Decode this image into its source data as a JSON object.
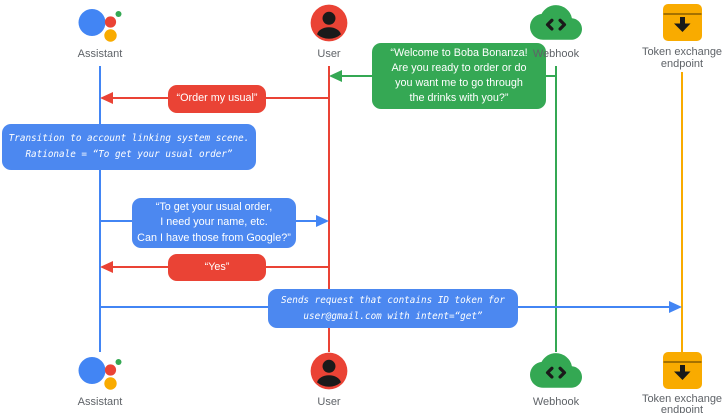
{
  "page": {
    "background": "#FFFFFF"
  },
  "actors": {
    "assistant": {
      "label": "Assistant",
      "color": "#4285F4",
      "icon": "google-assistant-icon"
    },
    "user": {
      "label": "User",
      "color": "#EA4335",
      "icon": "user-icon"
    },
    "webhook": {
      "label": "Webhook",
      "color": "#34A853",
      "icon": "cloud-code-icon"
    },
    "token_endpoint": {
      "label": "Token exchange endpoint",
      "color": "#F9AB00",
      "icon": "token-box-icon"
    }
  },
  "messages": {
    "welcome": {
      "from": "Webhook",
      "to": "User",
      "color": "#34A853",
      "text": "“Welcome to Boba Bonanza!\nAre you ready to order or do\nyou want me to go through\nthe drinks with you?”"
    },
    "order_usual": {
      "from": "User",
      "to": "Assistant",
      "color": "#EA4335",
      "text": "“Order my usual”"
    },
    "transition_note": {
      "actor": "Assistant",
      "color": "#4285F4",
      "text": "Transition to account linking system scene.\nRationale = “To get your usual order”"
    },
    "ask_google": {
      "from": "Assistant",
      "to": "User",
      "color": "#4285F4",
      "text": "“To get your usual order,\nI need your name, etc.\nCan I have those from Google?”"
    },
    "yes": {
      "from": "User",
      "to": "Assistant",
      "color": "#EA4335",
      "text": "“Yes”"
    },
    "sends_request": {
      "from": "Assistant",
      "to": "Token exchange endpoint",
      "color": "#4285F4",
      "text": "Sends request that contains ID token for\nuser@gmail.com with intent=“get”"
    }
  }
}
